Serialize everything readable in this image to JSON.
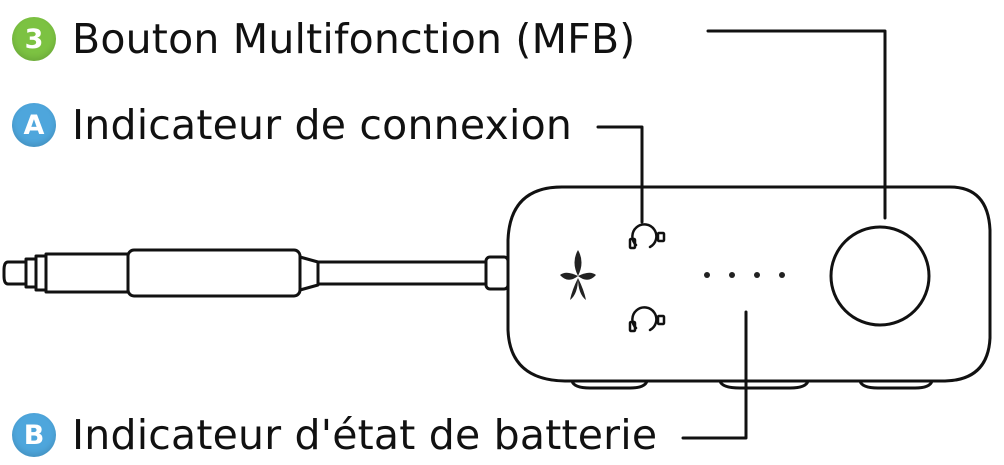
{
  "labels": {
    "mfb": {
      "badge": "3",
      "text": "Bouton Multifonction (MFB)",
      "badge_color": "#7cc242"
    },
    "connection": {
      "badge": "A",
      "text": "Indicateur de connexion",
      "badge_color": "#4ea6dc"
    },
    "battery": {
      "badge": "B",
      "text": "Indicateur d'état de batterie",
      "badge_color": "#4ea6dc"
    }
  },
  "device": {
    "battery_led_count": 4
  },
  "colors": {
    "line": "#111111"
  }
}
